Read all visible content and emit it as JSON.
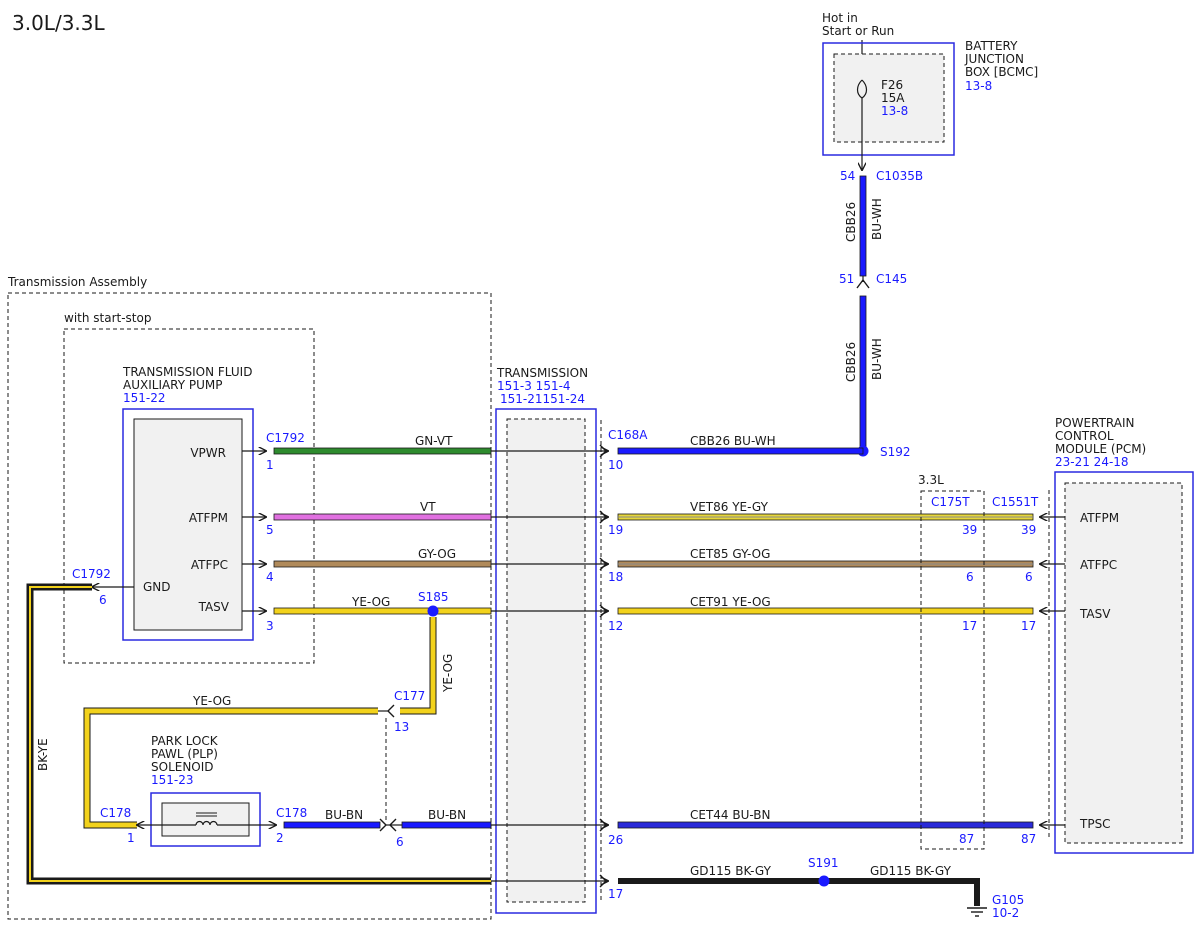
{
  "header": {
    "engine": "3.0L/3.3L"
  },
  "battery_box": {
    "hot": [
      "Hot in",
      "Start or Run"
    ],
    "name": [
      "BATTERY",
      "JUNCTION",
      "BOX [BCMC]"
    ],
    "ref": "13-8",
    "fuse": "F26",
    "rating": "15A",
    "fuse_ref": "13-8",
    "pin": "54",
    "connector": "C1035B"
  },
  "feed": {
    "circuit": "CBB26",
    "color": "BU-WH",
    "c145_pin": "51",
    "c145": "C145",
    "s192": "S192"
  },
  "transmission_assembly": {
    "label": "Transmission Assembly",
    "start_stop": "with start-stop"
  },
  "pump": {
    "name": [
      "TRANSMISSION FLUID",
      "AUXILIARY PUMP"
    ],
    "ref": "151-22",
    "pins": [
      "VPWR",
      "ATFPM",
      "ATFPC",
      "TASV",
      "GND"
    ],
    "connector": "C1792",
    "pin_numbers": [
      "1",
      "5",
      "4",
      "3",
      "6"
    ]
  },
  "transmission": {
    "name": "TRANSMISSION",
    "refs": [
      "151-3 151-4",
      "151-21151-24"
    ],
    "connector": "C168A",
    "pin_numbers": [
      "10",
      "19",
      "18",
      "12",
      "26",
      "17"
    ]
  },
  "wires": {
    "gnvt": "GN-VT",
    "vt": "VT",
    "gyog": "GY-OG",
    "yeog": "YE-OG",
    "cbb26_bu_wh": "CBB26   BU-WH",
    "vet86": "VET86   YE-GY",
    "cet85": "CET85   GY-OG",
    "cet91": "CET91   YE-OG",
    "cet44": "CET44   BU-BN",
    "gd115a": "GD115   BK-GY",
    "gd115b": "GD115   BK-GY",
    "bkye": "BK-YE",
    "bubn": "BU-BN",
    "bubn2": "BU-BN",
    "yeog_vert": "YE-OG",
    "yeog_top": "YE-OG"
  },
  "splices": {
    "s185": "S185",
    "s191": "S191"
  },
  "c177": {
    "name": "C177",
    "pin": "13"
  },
  "plp": {
    "name": [
      "PARK LOCK",
      "PAWL (PLP)",
      "SOLENOID"
    ],
    "ref": "151-23",
    "c178_left": "C178",
    "pin1": "1",
    "c178_right": "C178",
    "pin2": "2",
    "pin6": "6"
  },
  "inline_33": {
    "label": "3.3L",
    "connector": "C175T",
    "pins": [
      "39",
      "6",
      "17",
      "87"
    ]
  },
  "pcm": {
    "name": [
      "POWERTRAIN",
      "CONTROL",
      "MODULE (PCM)"
    ],
    "refs": "23-21 24-18",
    "connector": "C1551T",
    "pins": [
      "ATFPM",
      "ATFPC",
      "TASV",
      "TPSC"
    ],
    "pin_numbers": [
      "39",
      "6",
      "17",
      "87"
    ]
  },
  "ground": {
    "name": "G105",
    "ref": "10-2"
  }
}
